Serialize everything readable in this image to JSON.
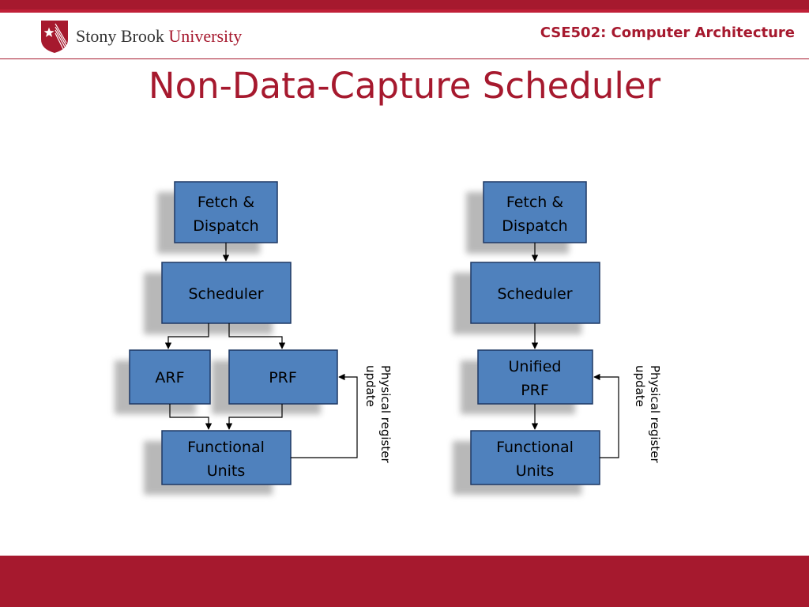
{
  "header": {
    "logo_name": "Stony Brook",
    "logo_university": "University",
    "course": "CSE502: Computer Architecture"
  },
  "slide": {
    "title": "Non-Data-Capture Scheduler"
  },
  "diagrams": {
    "left": {
      "fetch_line1": "Fetch &",
      "fetch_line2": "Dispatch",
      "scheduler": "Scheduler",
      "arf": "ARF",
      "prf": "PRF",
      "fu_line1": "Functional",
      "fu_line2": "Units",
      "update_line1": "Physical register",
      "update_line2": "update"
    },
    "right": {
      "fetch_line1": "Fetch &",
      "fetch_line2": "Dispatch",
      "scheduler": "Scheduler",
      "prf_line1": "Unified",
      "prf_line2": "PRF",
      "fu_line1": "Functional",
      "fu_line2": "Units",
      "update_line1": "Physical register",
      "update_line2": "update"
    }
  },
  "colors": {
    "brand_red": "#a6192e",
    "box_fill": "#4f81bd",
    "box_border": "#1f3864"
  },
  "icons": {
    "logo": "stony-brook-shield-icon"
  }
}
